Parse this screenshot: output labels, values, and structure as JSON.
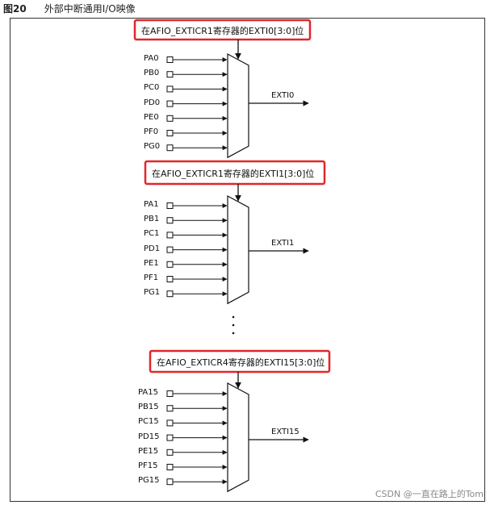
{
  "caption": {
    "number": "图20",
    "title": "外部中断通用I/O映像"
  },
  "groups": [
    {
      "config_label": "在AFIO_EXTICR1寄存器的EXTI0[3:0]位",
      "output": "EXTI0",
      "pins": [
        "PA0",
        "PB0",
        "PC0",
        "PD0",
        "PE0",
        "PF0",
        "PG0"
      ]
    },
    {
      "config_label": "在AFIO_EXTICR1寄存器的EXTI1[3:0]位",
      "output": "EXTI1",
      "pins": [
        "PA1",
        "PB1",
        "PC1",
        "PD1",
        "PE1",
        "PF1",
        "PG1"
      ]
    },
    {
      "config_label": "在AFIO_EXTICR4寄存器的EXTI15[3:0]位",
      "output": "EXTI15",
      "pins": [
        "PA15",
        "PB15",
        "PC15",
        "PD15",
        "PE15",
        "PF15",
        "PG15"
      ]
    }
  ],
  "colors": {
    "highlight": "#e0262b",
    "line": "#111111"
  },
  "watermark": "CSDN @一直在路上的Tom"
}
